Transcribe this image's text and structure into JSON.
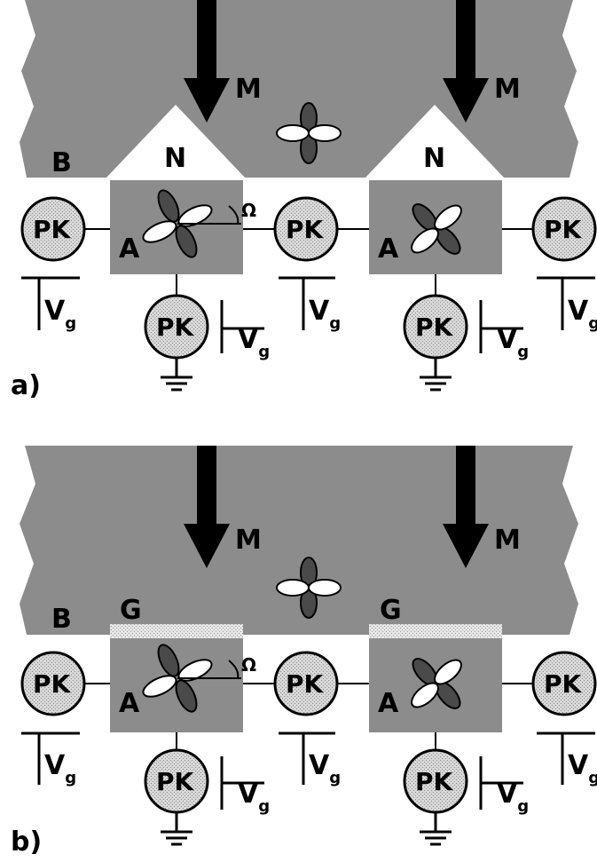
{
  "colors": {
    "substrate": "#8c8c8c",
    "atom_box": "#8c8c8c",
    "dot_fill": "#d0d0d0",
    "orbital_dark": "#4a4a4a",
    "gate_stipple": "#cfcfcf"
  },
  "panels": [
    {
      "label": "a)",
      "substrate_label": "B",
      "magnetization_label": "M",
      "cap_label": "N",
      "atom_label": "A",
      "dot_label": "PK",
      "gate_voltage": {
        "main": "V",
        "sub": "g"
      },
      "angle_label": "Ω"
    },
    {
      "label": "b)",
      "substrate_label": "B",
      "magnetization_label": "M",
      "cap_label": "G",
      "atom_label": "A",
      "dot_label": "PK",
      "gate_voltage": {
        "main": "V",
        "sub": "g"
      },
      "angle_label": "Ω"
    }
  ]
}
